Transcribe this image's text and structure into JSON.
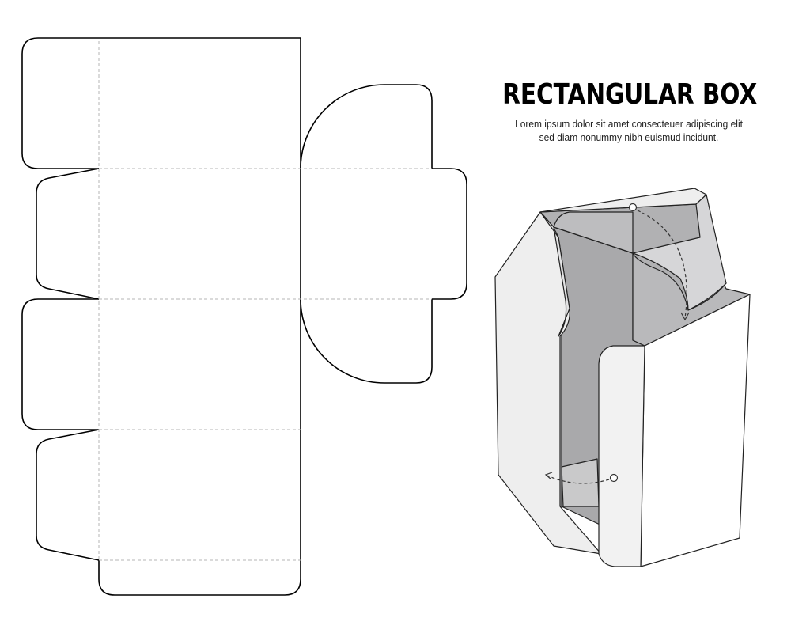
{
  "heading": {
    "title": "RECTANGULAR BOX",
    "subtitle_line1": "Lorem ipsum dolor sit amet consecteuer adipiscing elit",
    "subtitle_line2": "sed diam nonummy nibh euismud incidunt."
  },
  "colors": {
    "cut_line": "#000000",
    "fold_line": "#b5b5b5",
    "box_light": "#eeeeee",
    "box_mid": "#c9c9ca",
    "box_dark": "#a9a9ab",
    "box_white": "#ffffff"
  },
  "icons": {
    "rotate_arrow_top": "curved-dashed-arrow-icon",
    "rotate_arrow_bottom": "curved-dashed-arrow-icon"
  }
}
